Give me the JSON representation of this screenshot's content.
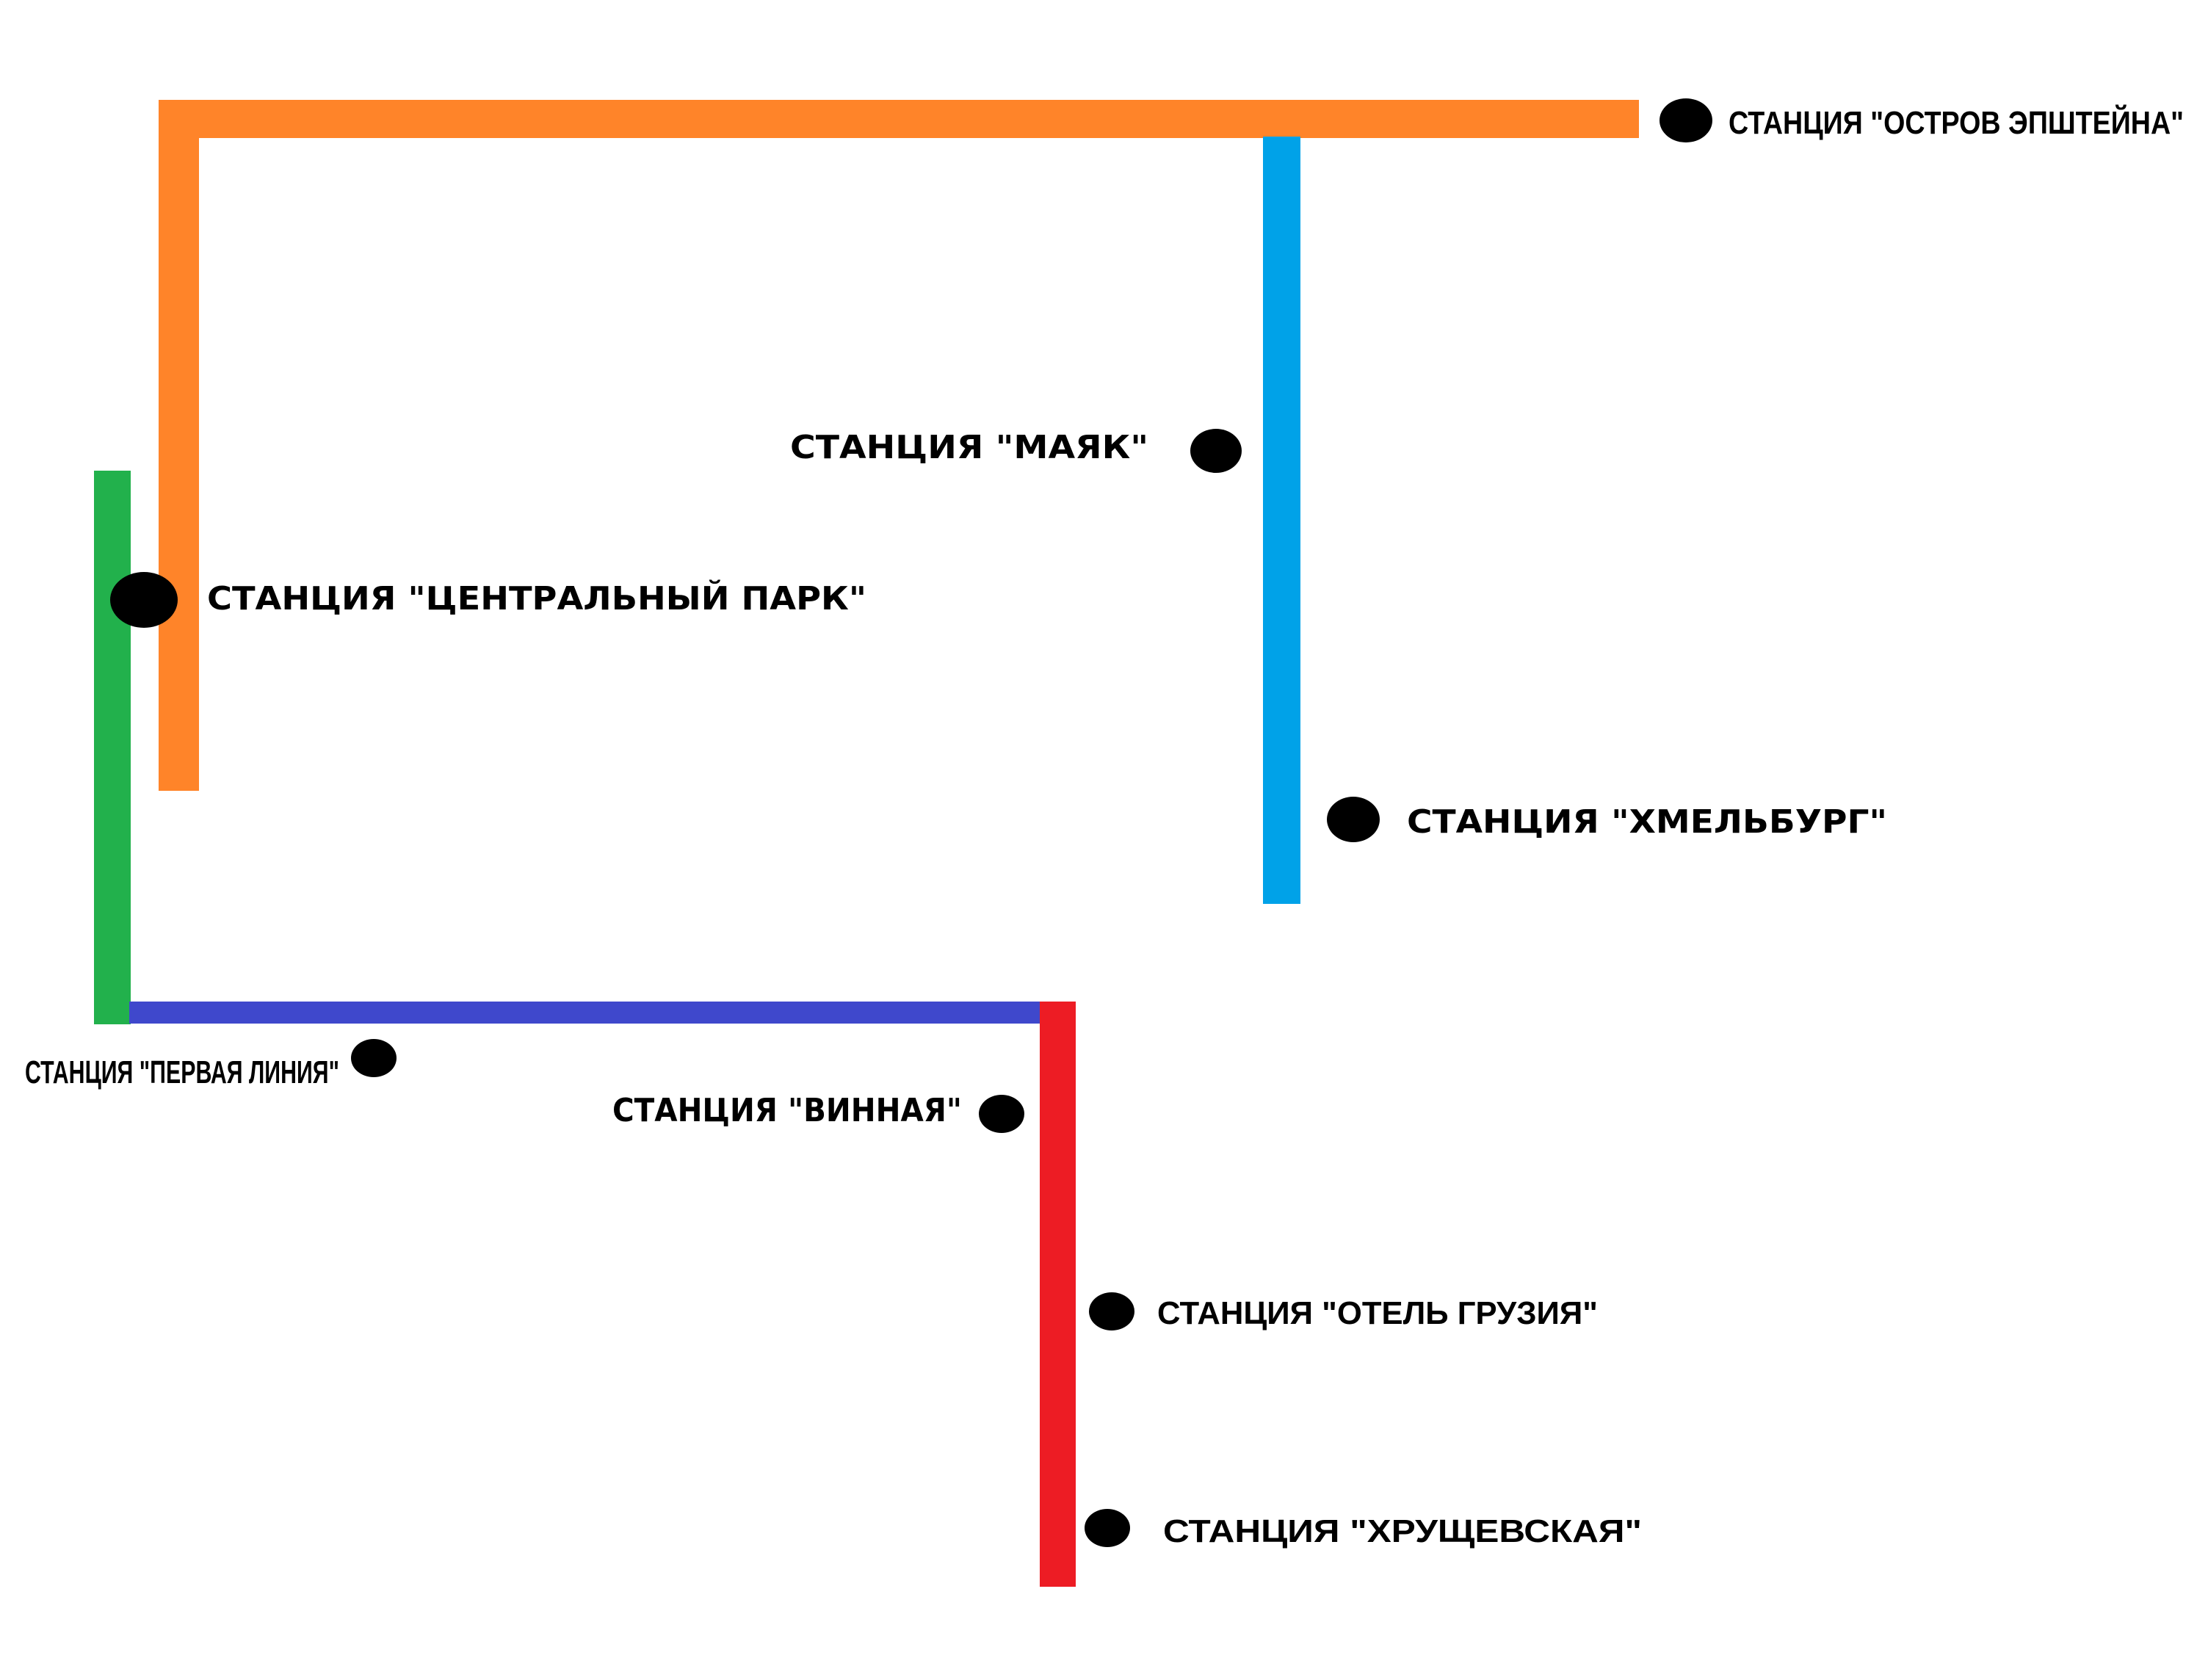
{
  "lines": {
    "orange": {
      "color": "#FF8429"
    },
    "green": {
      "color": "#22B14C"
    },
    "cyan": {
      "color": "#00A2E8"
    },
    "blue": {
      "color": "#3F48CC"
    },
    "red": {
      "color": "#ED1C24"
    }
  },
  "station_marker_color": "#000000",
  "stations": {
    "ostrov": "СТАНЦИЯ  \"ОСТРОВ ЭПШТЕЙНА\"",
    "mayak": "СТАНЦИЯ \"МАЯК\"",
    "tsentralny": "СТАНЦИЯ \"ЦЕНТРАЛЬНЫЙ ПАРК\"",
    "khmelburg": "СТАНЦИЯ \"ХМЕЛЬБУРГ\"",
    "pervaya": "СТАНЦИЯ \"ПЕРВАЯ ЛИНИЯ\"",
    "vinnaya": "СТАНЦИЯ \"ВИННАЯ\"",
    "otel": "СТАНЦИЯ \"ОТЕЛЬ ГРУЗИЯ\"",
    "khrushchevskaya": "СТАНЦИЯ \"ХРУЩЕВСКАЯ\""
  }
}
